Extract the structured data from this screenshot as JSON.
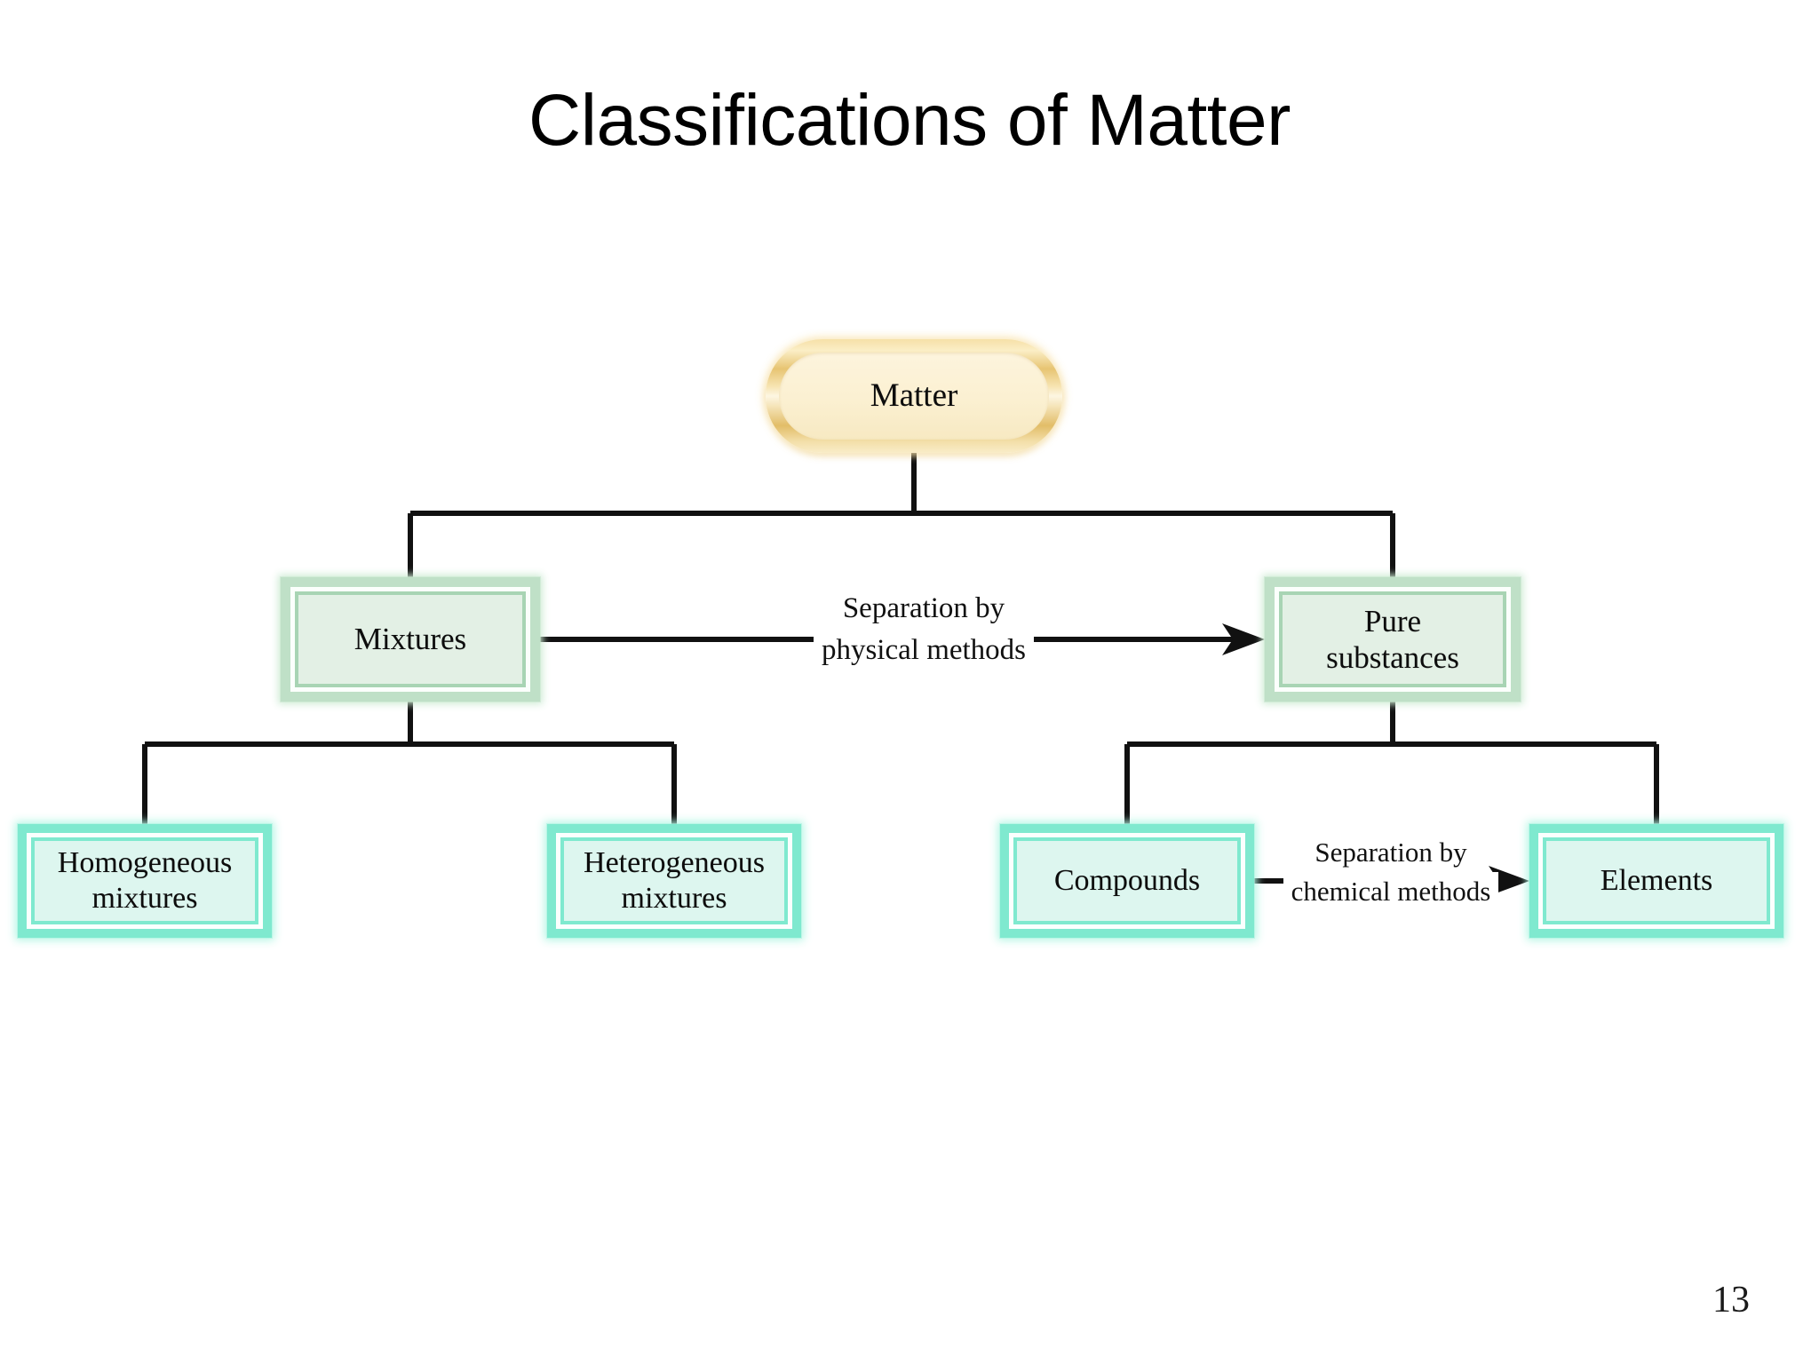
{
  "slide": {
    "title": "Classifications of Matter",
    "page_number": "13",
    "background_color": "#ffffff"
  },
  "chart_data": {
    "type": "diagram",
    "title": "Classifications of Matter",
    "diagram_kind": "hierarchy-tree",
    "nodes": [
      {
        "id": "matter",
        "label": "Matter",
        "level": 0,
        "shape": "rounded-pill",
        "fill": "#fbf0d1",
        "border": "#e2bd68"
      },
      {
        "id": "mixtures",
        "label": "Mixtures",
        "level": 1,
        "shape": "double-rect",
        "fill": "#e3f0e5",
        "border": "#a8d4b4"
      },
      {
        "id": "pure",
        "label": "Pure\nsubstances",
        "level": 1,
        "shape": "double-rect",
        "fill": "#e3f0e5",
        "border": "#a8d4b4"
      },
      {
        "id": "homogeneous",
        "label": "Homogeneous\nmixtures",
        "level": 2,
        "shape": "double-rect",
        "fill": "#ddf6ef",
        "border": "#7fe9cf"
      },
      {
        "id": "heterogeneous",
        "label": "Heterogeneous\nmixtures",
        "level": 2,
        "shape": "double-rect",
        "fill": "#ddf6ef",
        "border": "#7fe9cf"
      },
      {
        "id": "compounds",
        "label": "Compounds",
        "level": 2,
        "shape": "double-rect",
        "fill": "#ddf6ef",
        "border": "#7fe9cf"
      },
      {
        "id": "elements",
        "label": "Elements",
        "level": 2,
        "shape": "double-rect",
        "fill": "#ddf6ef",
        "border": "#7fe9cf"
      }
    ],
    "edges": [
      {
        "from": "matter",
        "to": "mixtures",
        "style": "orthogonal",
        "arrow": false,
        "label": ""
      },
      {
        "from": "matter",
        "to": "pure",
        "style": "orthogonal",
        "arrow": false,
        "label": ""
      },
      {
        "from": "mixtures",
        "to": "homogeneous",
        "style": "orthogonal",
        "arrow": false,
        "label": ""
      },
      {
        "from": "mixtures",
        "to": "heterogeneous",
        "style": "orthogonal",
        "arrow": false,
        "label": ""
      },
      {
        "from": "pure",
        "to": "compounds",
        "style": "orthogonal",
        "arrow": false,
        "label": ""
      },
      {
        "from": "pure",
        "to": "elements",
        "style": "orthogonal",
        "arrow": false,
        "label": ""
      },
      {
        "from": "mixtures",
        "to": "pure",
        "style": "straight",
        "arrow": true,
        "label": "Separation by physical methods"
      },
      {
        "from": "compounds",
        "to": "elements",
        "style": "straight",
        "arrow": true,
        "label": "Separation by chemical methods"
      }
    ]
  },
  "nodes": {
    "matter": {
      "label": "Matter"
    },
    "mixtures": {
      "label": "Mixtures"
    },
    "pure": {
      "label": "Pure\nsubstances"
    },
    "homogeneous": {
      "label": "Homogeneous\nmixtures"
    },
    "heterogeneous": {
      "label": "Heterogeneous\nmixtures"
    },
    "compounds": {
      "label": "Compounds"
    },
    "elements": {
      "label": "Elements"
    }
  },
  "edge_labels": {
    "physical": {
      "line1": "Separation by",
      "line2": "physical methods"
    },
    "chemical": {
      "line1": "Separation by",
      "line2": "chemical methods"
    }
  },
  "colors": {
    "connector": "#111111",
    "gold_border": "#e2bd68",
    "gold_fill": "#fbf0d1",
    "sage_border": "#a8d4b4",
    "sage_fill": "#e3f0e5",
    "aqua_border": "#7fe9cf",
    "aqua_fill": "#ddf6ef",
    "text": "#0d0d0d"
  }
}
